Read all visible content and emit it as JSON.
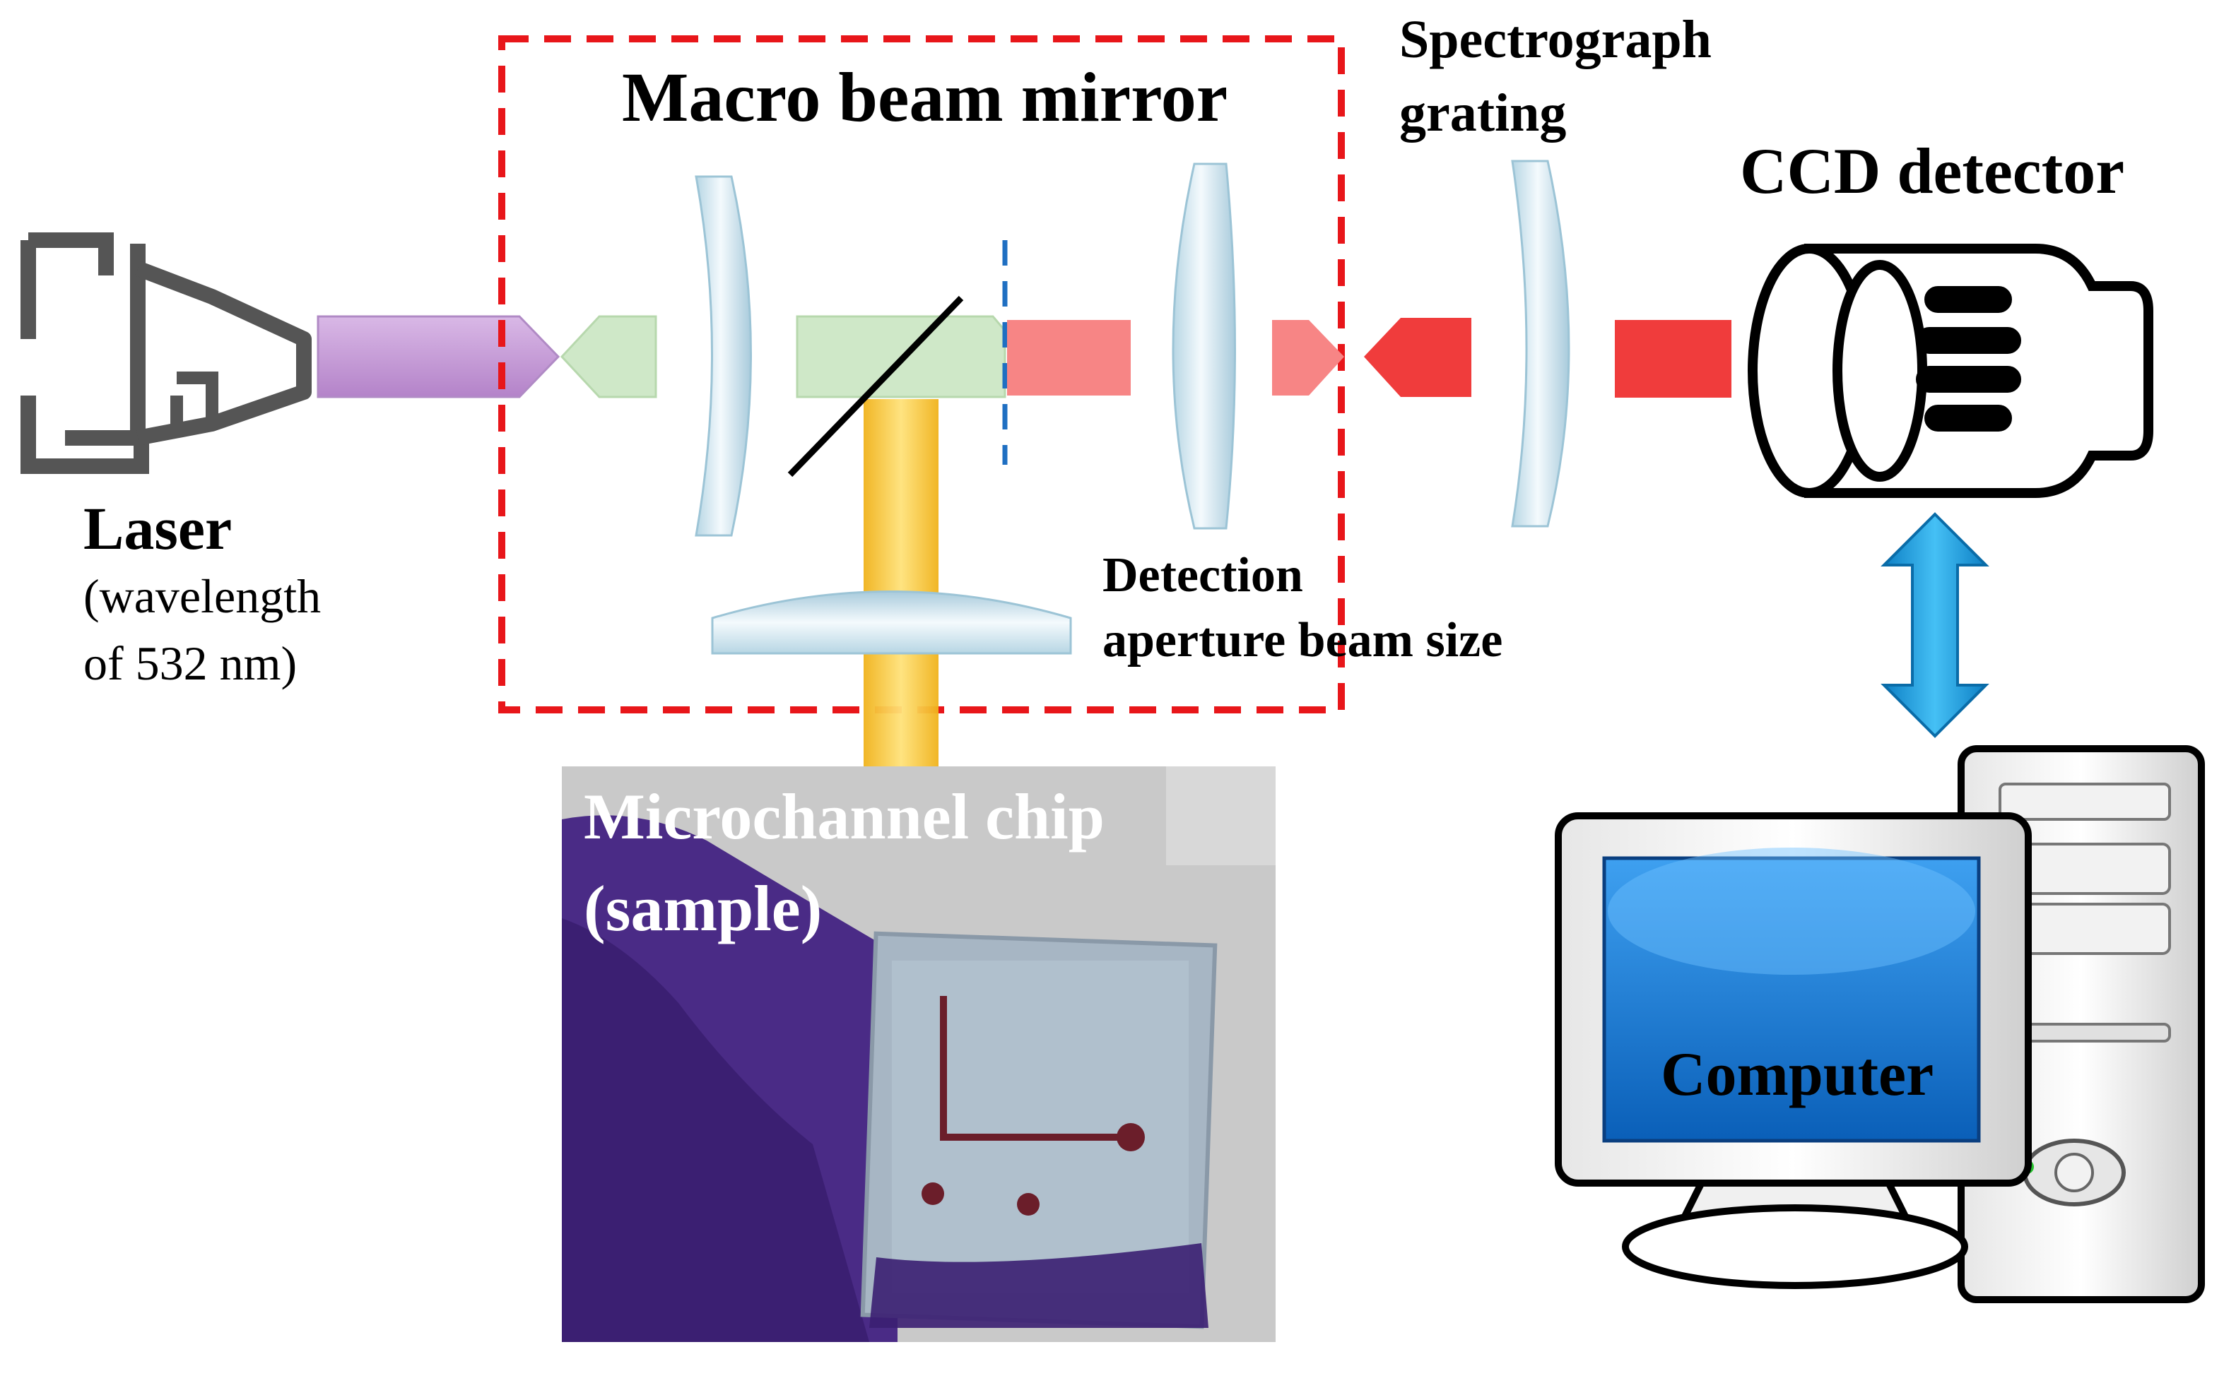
{
  "labels": {
    "macro_beam_mirror": "Macro beam mirror",
    "spectrograph_line1": "Spectrograph",
    "spectrograph_line2": "grating",
    "ccd_detector": "CCD detector",
    "laser": "Laser",
    "laser_note_line1": "(wavelength",
    "laser_note_line2": "of 532 nm)",
    "detection_line1": "Detection",
    "detection_line2": "aperture beam size",
    "chip_line1": "Microchannel chip",
    "chip_line2": "(sample)",
    "computer": "Computer"
  },
  "colors": {
    "laser_beam": "#c79bd8",
    "green_beam": "#cfe8c8",
    "red_beam_light": "#f78585",
    "red_beam": "#f03c3c",
    "yellow_beam": "#f4c430",
    "lens": "#cfe4ee",
    "frame_red": "#e8161a",
    "aperture_blue": "#1f6fc2",
    "arrow_blue": "#1b9be0",
    "monitor_screen": "#1478d6",
    "glove": "#4a2b86"
  },
  "icons": [
    "laser-housing-icon",
    "ccd-camera-icon",
    "computer-icon",
    "bidirectional-arrow-icon"
  ]
}
